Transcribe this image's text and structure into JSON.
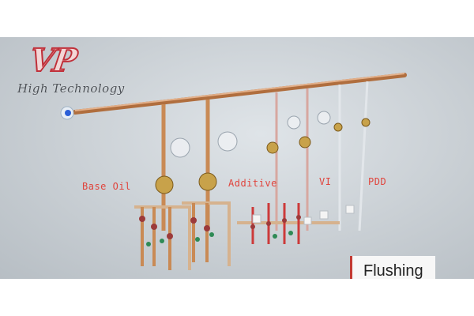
{
  "logo": {
    "mark": "VP",
    "tagline": "High Technology"
  },
  "labels": {
    "base_oil": "Base Oil",
    "additive": "Additive",
    "vi": "VI",
    "pdd": "PDD"
  },
  "badge": {
    "text": "Flushing"
  },
  "colors": {
    "pipe": "#c98a55",
    "label": "#e0443c",
    "logo": "#c0303a",
    "badge_accent": "#c33a33"
  }
}
